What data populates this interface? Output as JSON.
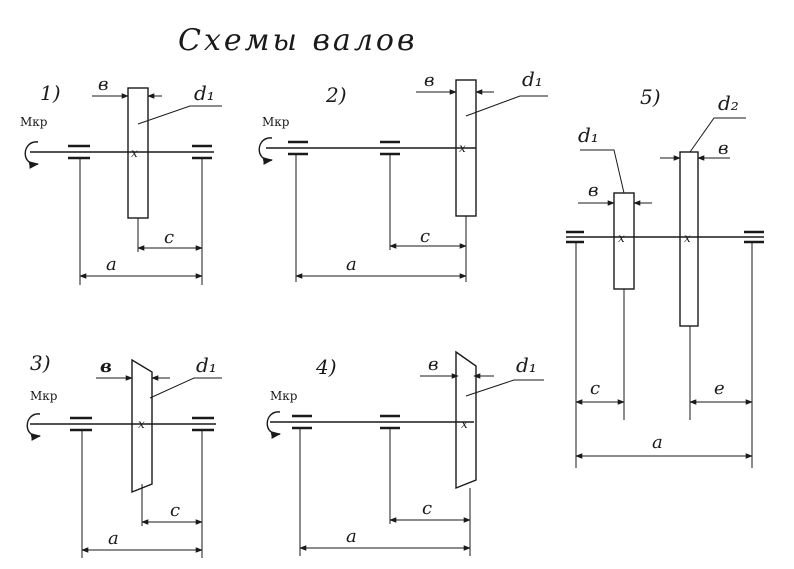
{
  "title": "Схемы валов",
  "torque_label": "Мкр",
  "schemes": [
    {
      "number": "1)",
      "dims": {
        "b": "в",
        "d": "d₁",
        "a": "a",
        "c": "c"
      }
    },
    {
      "number": "2)",
      "dims": {
        "b": "в",
        "d": "d₁",
        "a": "a",
        "c": "c"
      }
    },
    {
      "number": "3)",
      "dims": {
        "b": "в",
        "d": "d₁",
        "a": "a",
        "c": "c"
      }
    },
    {
      "number": "4)",
      "dims": {
        "b": "в",
        "d": "d₁",
        "a": "a",
        "c": "c"
      }
    },
    {
      "number": "5)",
      "dims": {
        "b1": "в",
        "b2": "в",
        "d1": "d₁",
        "d2": "d₂",
        "a": "a",
        "c": "c",
        "e": "e"
      }
    }
  ]
}
